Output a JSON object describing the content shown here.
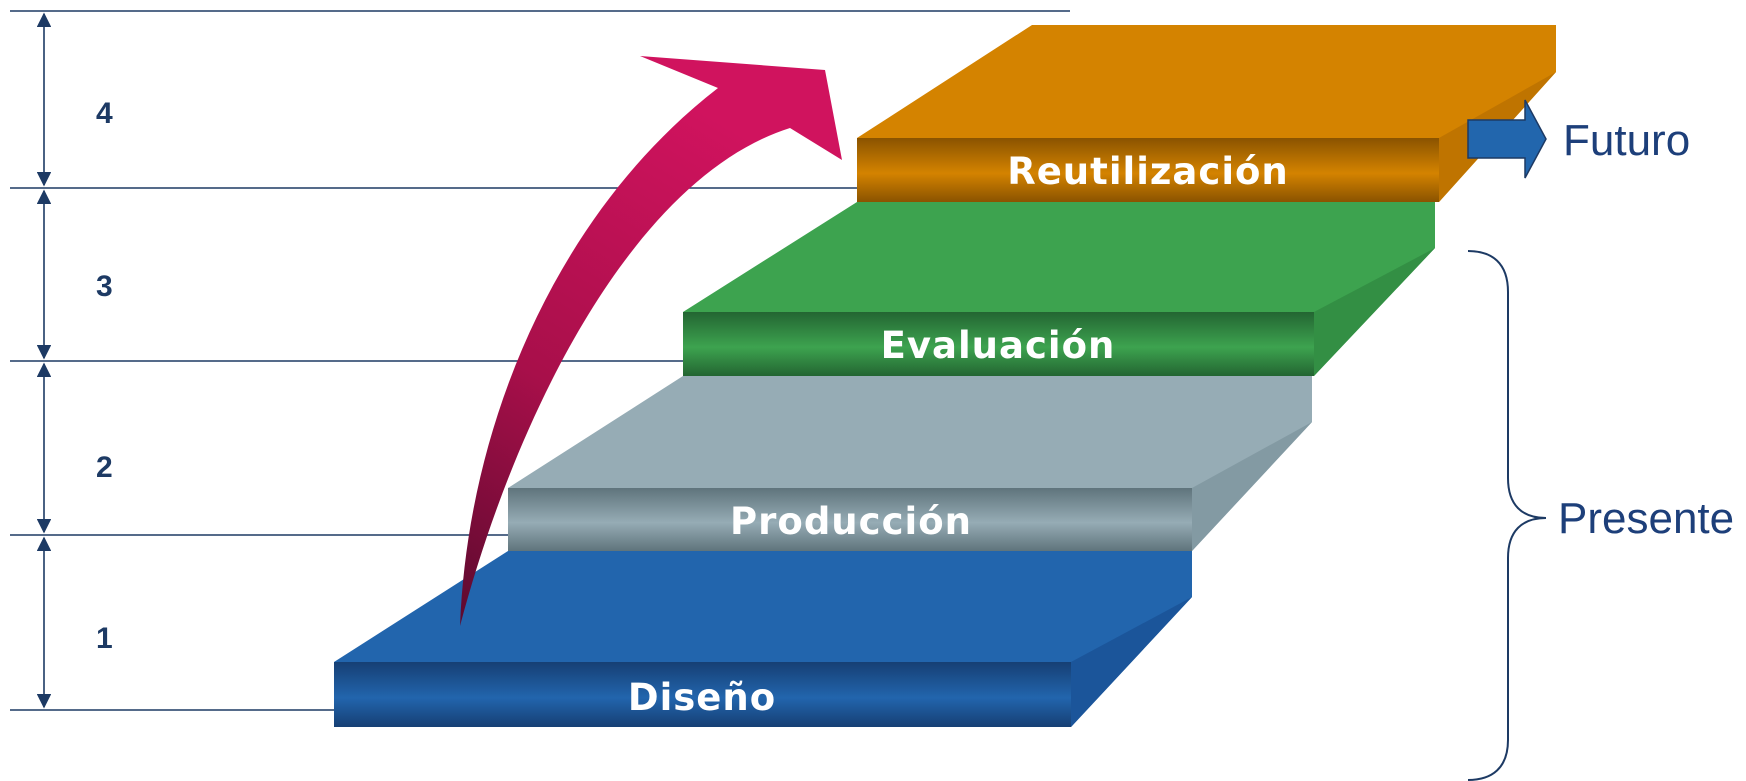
{
  "levels": [
    "1",
    "2",
    "3",
    "4"
  ],
  "steps": [
    {
      "label": "Diseño",
      "color": "#2265ad",
      "shade": "#163f74",
      "side": "#1b559a"
    },
    {
      "label": "Producción",
      "color": "#96acb5",
      "shade": "#5f747c",
      "side": "#839aa3"
    },
    {
      "label": "Evaluación",
      "color": "#3da34f",
      "shade": "#236532",
      "side": "#338f44"
    },
    {
      "label": "Reutilización",
      "color": "#d48300",
      "shade": "#8a5300",
      "side": "#bf7400"
    }
  ],
  "arrow_color": "#d0135e",
  "future": {
    "label": "Futuro",
    "arrow_color": "#2266ad"
  },
  "present": {
    "label": "Presente"
  },
  "rule_color": "#1d3a64"
}
